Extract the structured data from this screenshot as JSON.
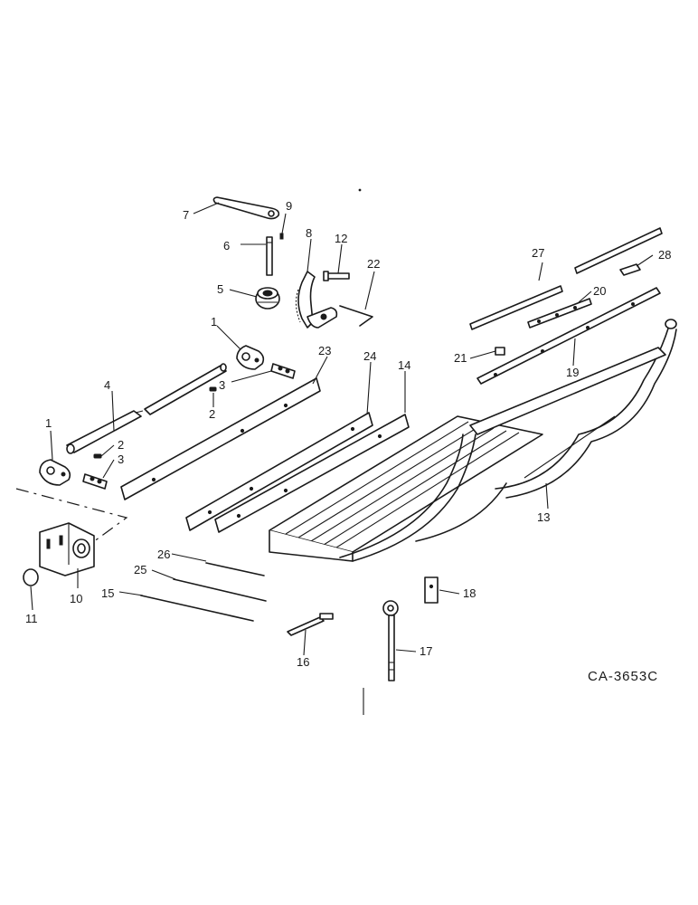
{
  "drawing_code": "CA-3653C",
  "callouts": [
    {
      "id": "1a",
      "text": "1"
    },
    {
      "id": "1b",
      "text": "1"
    },
    {
      "id": "2a",
      "text": "2"
    },
    {
      "id": "2b",
      "text": "2"
    },
    {
      "id": "3a",
      "text": "3"
    },
    {
      "id": "3b",
      "text": "3"
    },
    {
      "id": "4",
      "text": "4"
    },
    {
      "id": "5",
      "text": "5"
    },
    {
      "id": "6",
      "text": "6"
    },
    {
      "id": "7",
      "text": "7"
    },
    {
      "id": "8",
      "text": "8"
    },
    {
      "id": "9",
      "text": "9"
    },
    {
      "id": "10",
      "text": "10"
    },
    {
      "id": "11",
      "text": "11"
    },
    {
      "id": "12",
      "text": "12"
    },
    {
      "id": "13",
      "text": "13"
    },
    {
      "id": "14",
      "text": "14"
    },
    {
      "id": "15",
      "text": "15"
    },
    {
      "id": "16",
      "text": "16"
    },
    {
      "id": "17",
      "text": "17"
    },
    {
      "id": "18",
      "text": "18"
    },
    {
      "id": "19",
      "text": "19"
    },
    {
      "id": "20",
      "text": "20"
    },
    {
      "id": "21",
      "text": "21"
    },
    {
      "id": "22",
      "text": "22"
    },
    {
      "id": "23",
      "text": "23"
    },
    {
      "id": "24",
      "text": "24"
    },
    {
      "id": "25",
      "text": "25"
    },
    {
      "id": "26",
      "text": "26"
    },
    {
      "id": "27",
      "text": "27"
    },
    {
      "id": "28",
      "text": "28"
    }
  ]
}
